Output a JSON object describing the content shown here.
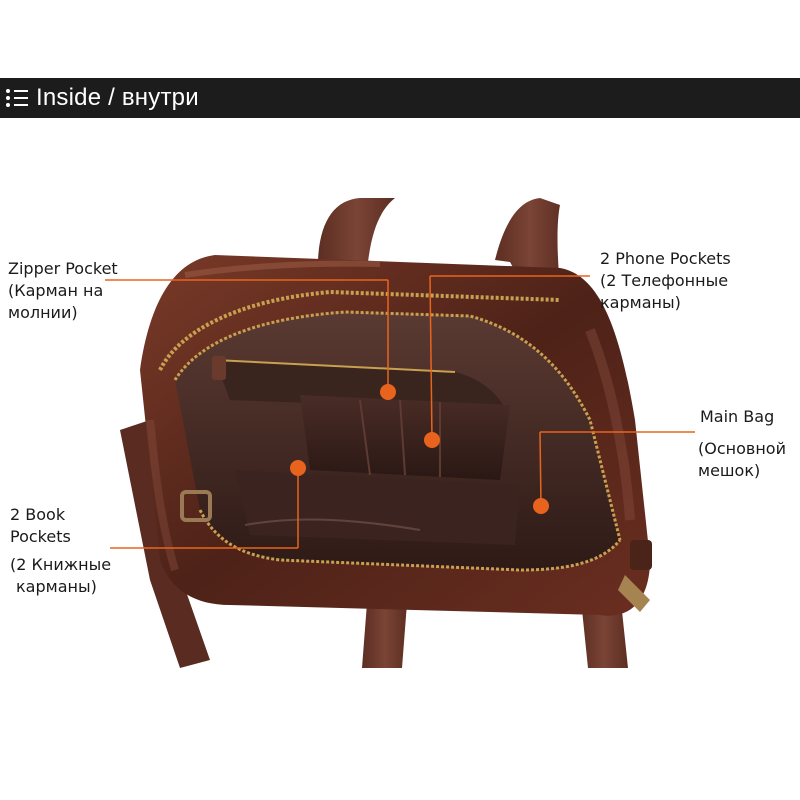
{
  "header": {
    "title": "Inside / внутри",
    "icon": "list-icon"
  },
  "labels": {
    "zipper_pocket": {
      "line1": "Zipper Pocket",
      "line2": "(Карман на",
      "line3": "молнии)"
    },
    "phone_pockets": {
      "line1": "2 Phone Pockets",
      "line2": "(2 Телефонные",
      "line3": "карманы)"
    },
    "main_bag": {
      "line1": "Main Bag",
      "line2": "(Основной",
      "line3": "мешок)"
    },
    "book_pockets": {
      "line1": "2 Book",
      "line2": "Pockets",
      "line3": "(2 Книжные",
      "line4": "карманы)"
    }
  },
  "colors": {
    "header_bg": "#1c1c1c",
    "leader_line": "#e8641e",
    "leather": "#5a2a1e",
    "lining": "#3a221c",
    "strap": "#6b3a2e"
  }
}
